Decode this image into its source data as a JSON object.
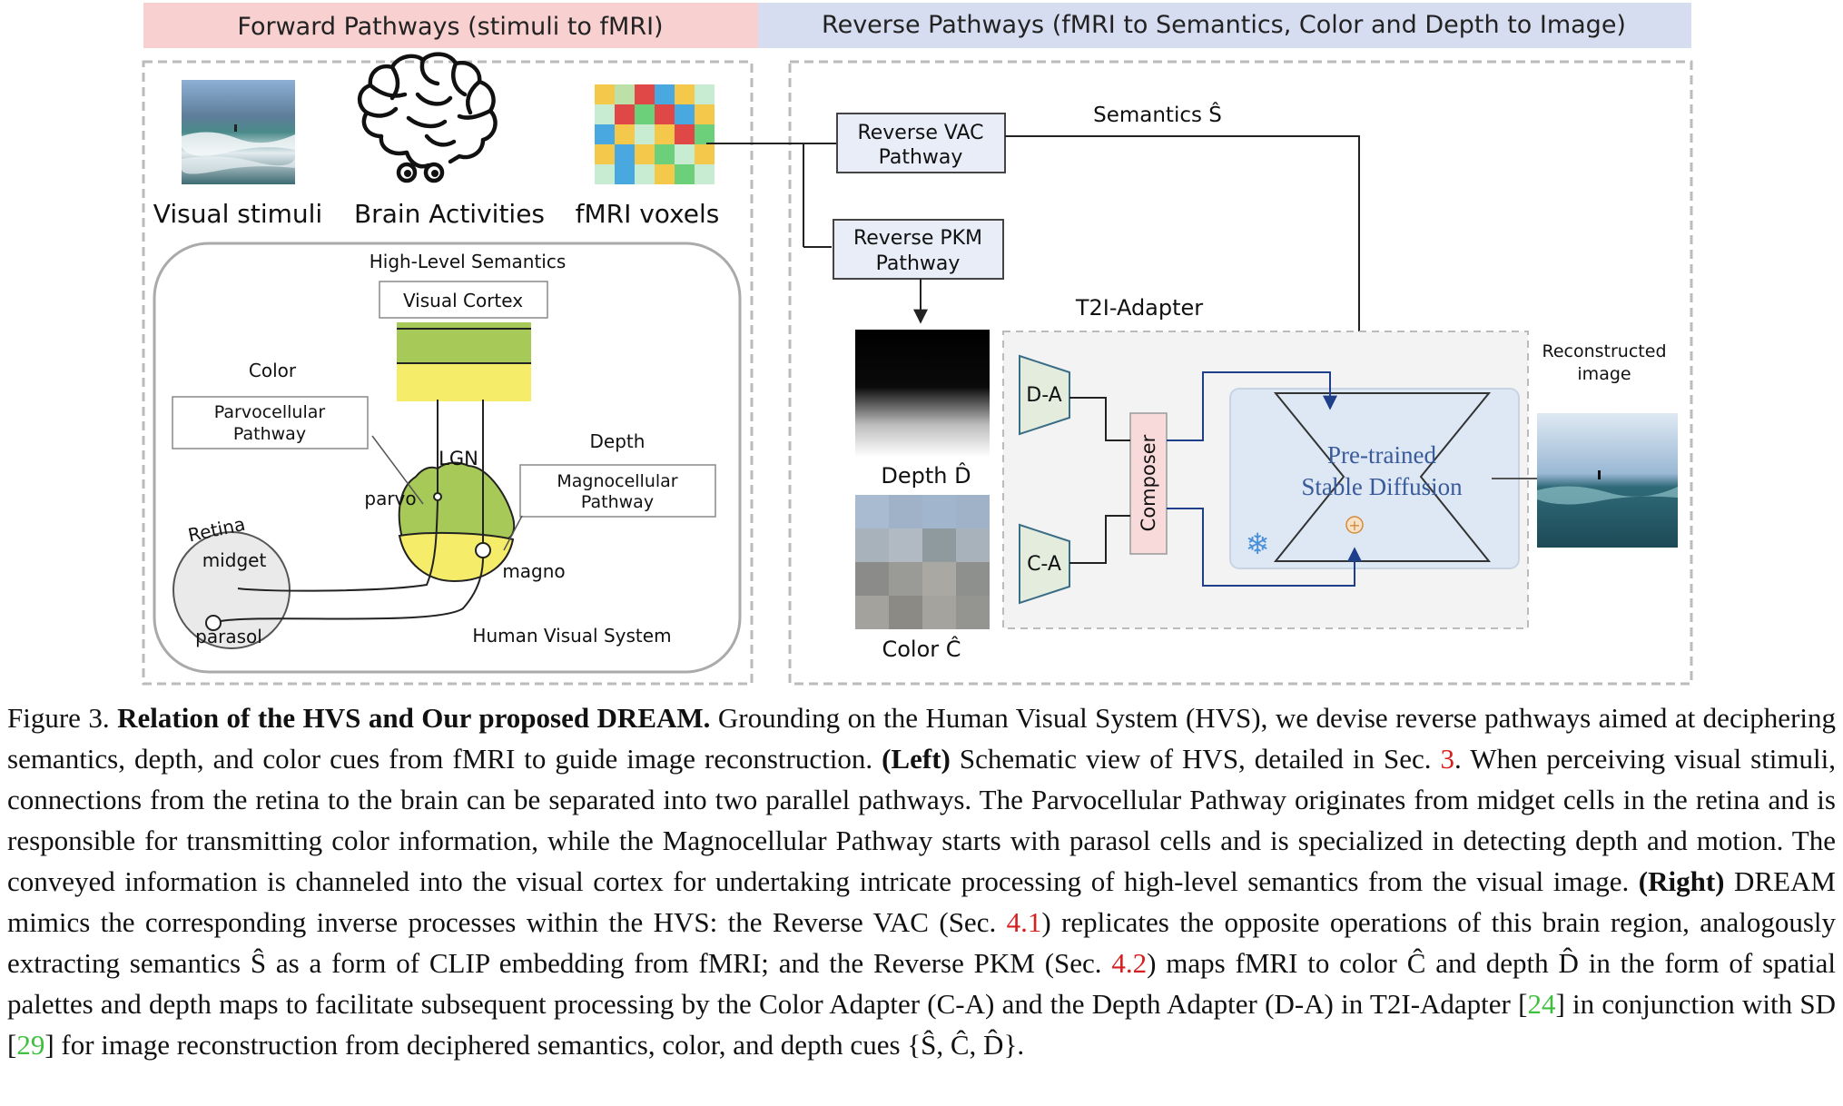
{
  "headers": {
    "forward": "Forward Pathways (stimuli to fMRI)",
    "reverse": "Reverse Pathways (fMRI to Semantics, Color and Depth to Image)"
  },
  "left": {
    "stimuli_label": "Visual stimuli",
    "brain_label": "Brain Activities",
    "fmri_label": "fMRI voxels",
    "high_level": "High-Level Semantics",
    "visual_cortex": "Visual Cortex",
    "color": "Color",
    "parvo_box": [
      "Parvocellular",
      "Pathway"
    ],
    "lgn": "LGN",
    "depth": "Depth",
    "magno_box": [
      "Magnocellular",
      "Pathway"
    ],
    "parvo": "parvo",
    "magno": "magno",
    "retina": "Retina",
    "midget": "midget",
    "parasol": "parasol",
    "hvs": "Human Visual System"
  },
  "right": {
    "vac_box": [
      "Reverse VAC",
      "Pathway"
    ],
    "pkm_box": [
      "Reverse PKM",
      "Pathway"
    ],
    "semantics": "Semantics Ŝ",
    "t2i": "T2I-Adapter",
    "da": "D-A",
    "ca": "C-A",
    "composer": "Composer",
    "sd": [
      "Pre-trained",
      "Stable Diffusion"
    ],
    "recon": [
      "Reconstructed",
      "image"
    ],
    "depth_label": "Depth D̂",
    "color_label": "Color Ĉ"
  },
  "caption": {
    "fig": "Figure 3. ",
    "title": "Relation of the HVS and Our proposed DREAM.",
    "t1": " Grounding on the Human Visual System (HVS), we devise reverse pathways aimed at deciphering semantics, depth, and color cues from fMRI to guide image reconstruction. ",
    "left_b": "(Left)",
    "t2": " Schematic view of HVS, detailed in Sec. ",
    "ref3": "3",
    "t3": ". When perceiving visual stimuli, connections from the retina to the brain can be separated into two parallel pathways. The Parvocellular Pathway originates from midget cells in the retina and is responsible for transmitting color information, while the Magnocellular Pathway starts with parasol cells and is specialized in detecting depth and motion. The conveyed information is channeled into the visual cortex for undertaking intricate processing of high-level semantics from the visual image. ",
    "right_b": "(Right)",
    "t4": " DREAM mimics the corresponding inverse processes within the HVS: the Reverse VAC (Sec. ",
    "ref41": "4.1",
    "t5": ") replicates the opposite operations of this brain region, analogously extracting semantics Ŝ as a form of CLIP embedding from fMRI; and the Reverse PKM (Sec. ",
    "ref42": "4.2",
    "t6": ") maps fMRI to color Ĉ and depth D̂ in the form of spatial palettes and depth maps to facilitate subsequent processing by the Color Adapter (C-A) and the Depth Adapter (D-A) in T2I-Adapter [",
    "ref24": "24",
    "t7": "] in conjunction with SD [",
    "ref29": "29",
    "t8": "] for image reconstruction from deciphered semantics, color, and depth cues {Ŝ, Ĉ, D̂}."
  },
  "colors": {
    "forward_header_bg": "#f8d0d0",
    "reverse_header_bg": "#d7ddf0",
    "pathway_box_bg": "#e8edf8",
    "lgn_green": "#a7c957",
    "lgn_yellow": "#f5ec6a",
    "sd_bg": "#dde8f4",
    "composer_bg": "#f8dada",
    "adapter_bg": "#e4ecdd"
  }
}
